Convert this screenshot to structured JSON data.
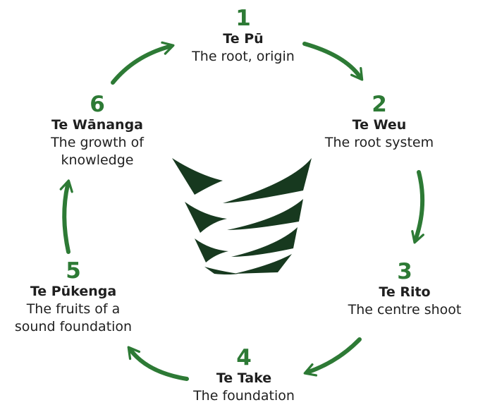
{
  "colors": {
    "arrow": "#2d7a35",
    "number": "#2d7a35",
    "logo": "#17391f",
    "text": "#1f1f1f"
  },
  "logo": {
    "icon": "kete-basket-icon"
  },
  "stages": [
    {
      "number": "1",
      "name": "Te Pū",
      "description": [
        "The root, origin"
      ]
    },
    {
      "number": "2",
      "name": "Te Weu",
      "description": [
        "The root system"
      ]
    },
    {
      "number": "3",
      "name": "Te Rito",
      "description": [
        "The centre shoot"
      ]
    },
    {
      "number": "4",
      "name": "Te Take",
      "description": [
        "The foundation"
      ]
    },
    {
      "number": "5",
      "name": "Te Pūkenga",
      "description": [
        "The fruits of a",
        "sound foundation"
      ]
    },
    {
      "number": "6",
      "name": "Te Wānanga",
      "description": [
        "The growth of",
        "knowledge"
      ]
    }
  ]
}
